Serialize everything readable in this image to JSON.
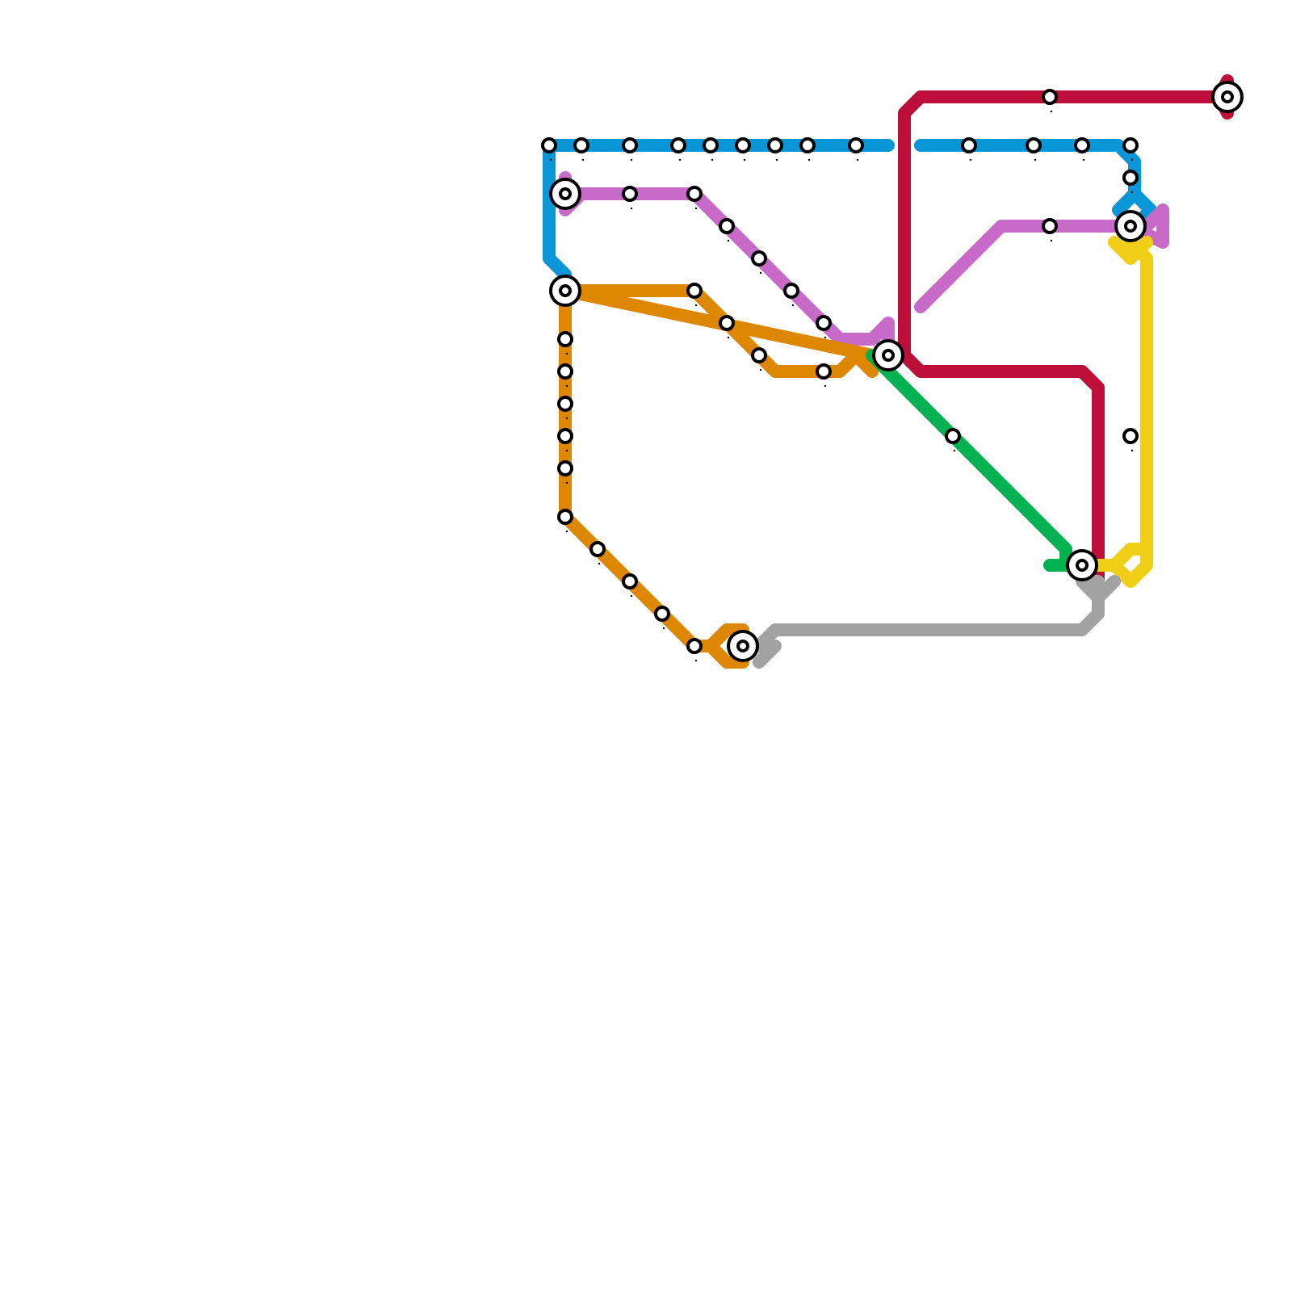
{
  "map": {
    "lines": [
      {
        "id": "blue",
        "color": "#0996d6"
      },
      {
        "id": "violet",
        "color": "#c86bc8"
      },
      {
        "id": "orange",
        "color": "#de8703"
      },
      {
        "id": "crimson",
        "color": "#bc0e39"
      },
      {
        "id": "green",
        "color": "#00b350"
      },
      {
        "id": "yellow",
        "color": "#f0ce16"
      },
      {
        "id": "gray",
        "color": "#a2a2a2"
      }
    ],
    "station_count": 43,
    "interchange_count": 7,
    "labels_visible": false
  }
}
